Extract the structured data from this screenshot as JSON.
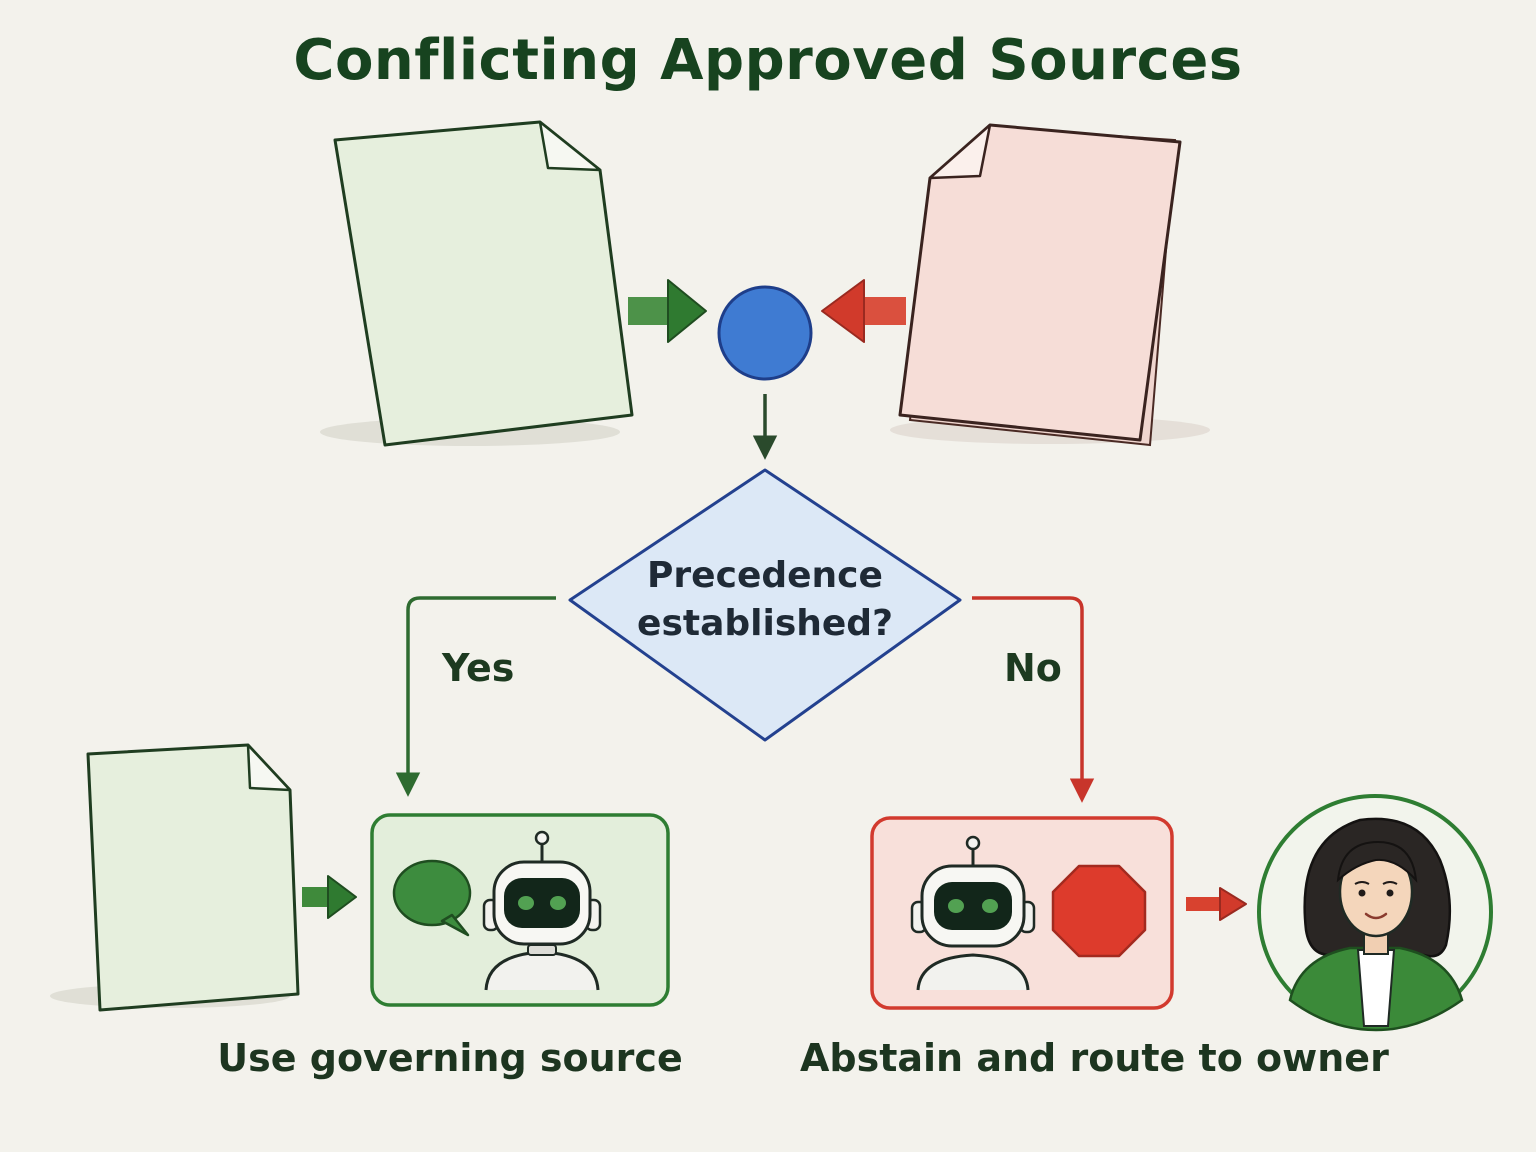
{
  "title": "Conflicting Approved Sources",
  "decision": {
    "line1": "Precedence",
    "line2": "established?"
  },
  "branches": {
    "yes_label": "Yes",
    "no_label": "No"
  },
  "outcomes": {
    "yes_caption": "Use governing source",
    "no_caption": "Abstain and route to owner"
  },
  "colors": {
    "background": "#f3f2ec",
    "green": "#2e7d32",
    "green_fill": "#e3eedb",
    "red": "#d23a2e",
    "red_fill": "#f8e0da",
    "blue": "#3b74c9",
    "blue_outline": "#23418f",
    "diamond_fill": "#dce8f6",
    "ink": "#1d3520"
  },
  "icons": [
    "green-document-icon",
    "red-document-icon",
    "merge-circle-icon",
    "governing-document-icon",
    "speech-bubble-icon",
    "robot-icon",
    "stop-sign-icon",
    "owner-person-icon"
  ]
}
